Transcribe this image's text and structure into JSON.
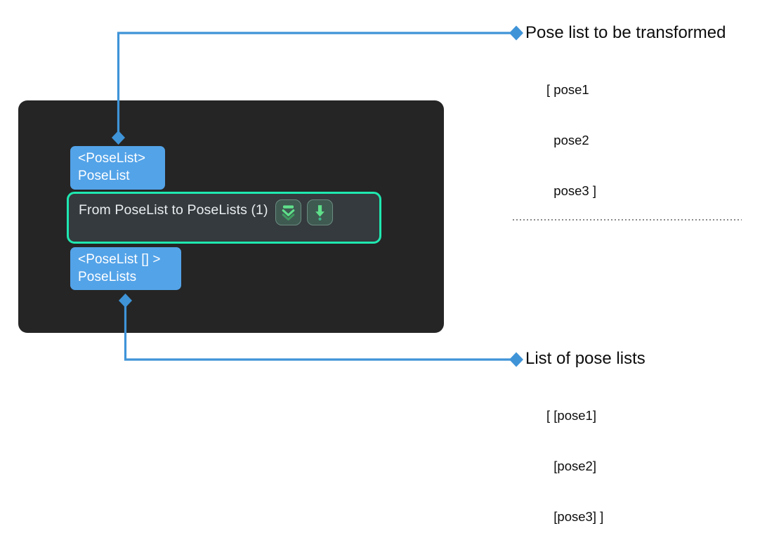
{
  "canvas": {
    "background": "#ffffff",
    "panel_background": "#252525"
  },
  "graph": {
    "node": {
      "title": "From PoseList to PoseLists (1)",
      "border_color": "#1fe8b0",
      "background": "#343a3d",
      "actions": [
        {
          "name": "collapse-all-icon",
          "tooltip": "Collapse"
        },
        {
          "name": "download-icon",
          "tooltip": "Download"
        }
      ],
      "input_port": {
        "type_label": "<PoseList>",
        "name_label": "PoseList",
        "color": "#53a3e8"
      },
      "output_port": {
        "type_label": "<PoseList [] >",
        "name_label": "PoseLists",
        "color": "#53a3e8"
      }
    },
    "connector_color": "#3f94d8"
  },
  "annotations": {
    "top": {
      "title": "Pose list to be transformed",
      "lines": [
        "[ pose1",
        "  pose2",
        "  pose3 ]"
      ]
    },
    "bottom": {
      "title": "List of pose lists",
      "lines": [
        "[ [pose1]",
        "  [pose2]",
        "  [pose3] ]"
      ]
    }
  }
}
